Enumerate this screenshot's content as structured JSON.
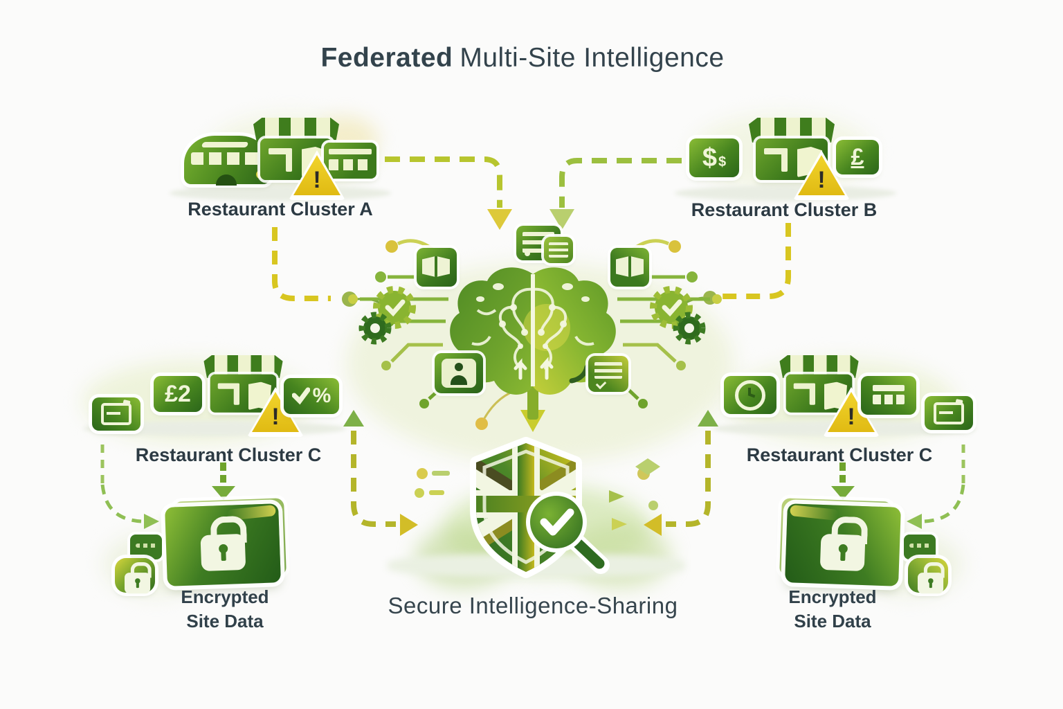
{
  "title": {
    "lead": "Federated",
    "rest": "Multi-Site Intelligence"
  },
  "caption": "Secure Intelligence-Sharing",
  "clusters": {
    "a": {
      "label": "Restaurant Cluster A",
      "warning_mark": "!"
    },
    "b": {
      "label": "Restaurant Cluster B",
      "warning_mark": "!",
      "dollar_glyph": "$",
      "pound_glyph": "£"
    },
    "c_left": {
      "label": "Restaurant Cluster C",
      "warning_mark": "!",
      "price_glyph": "£2",
      "percent_glyph": "%"
    },
    "c_right": {
      "label": "Restaurant Cluster C",
      "warning_mark": "!"
    }
  },
  "encrypted_left": {
    "line1": "Encrypted",
    "line2": "Site Data"
  },
  "encrypted_right": {
    "line1": "Encrypted",
    "line2": "Site Data"
  },
  "icons": {
    "center": "ai-brain-icon",
    "hub_shield": "uk-shield-verified-icon",
    "around_brain": [
      "server-docs-icon",
      "menu-book-icon",
      "menu-book-icon",
      "gears-icon",
      "gears-icon",
      "person-icon",
      "chat-notes-icon"
    ]
  },
  "colors": {
    "text_dark": "#2e3d45",
    "green_dark": "#2b661a",
    "green_mid": "#5f9c2d",
    "green_light": "#8cc63f",
    "yellow_green": "#c6d234",
    "warning_yellow": "#e8c61d",
    "canvas": "#fbfbfa"
  }
}
